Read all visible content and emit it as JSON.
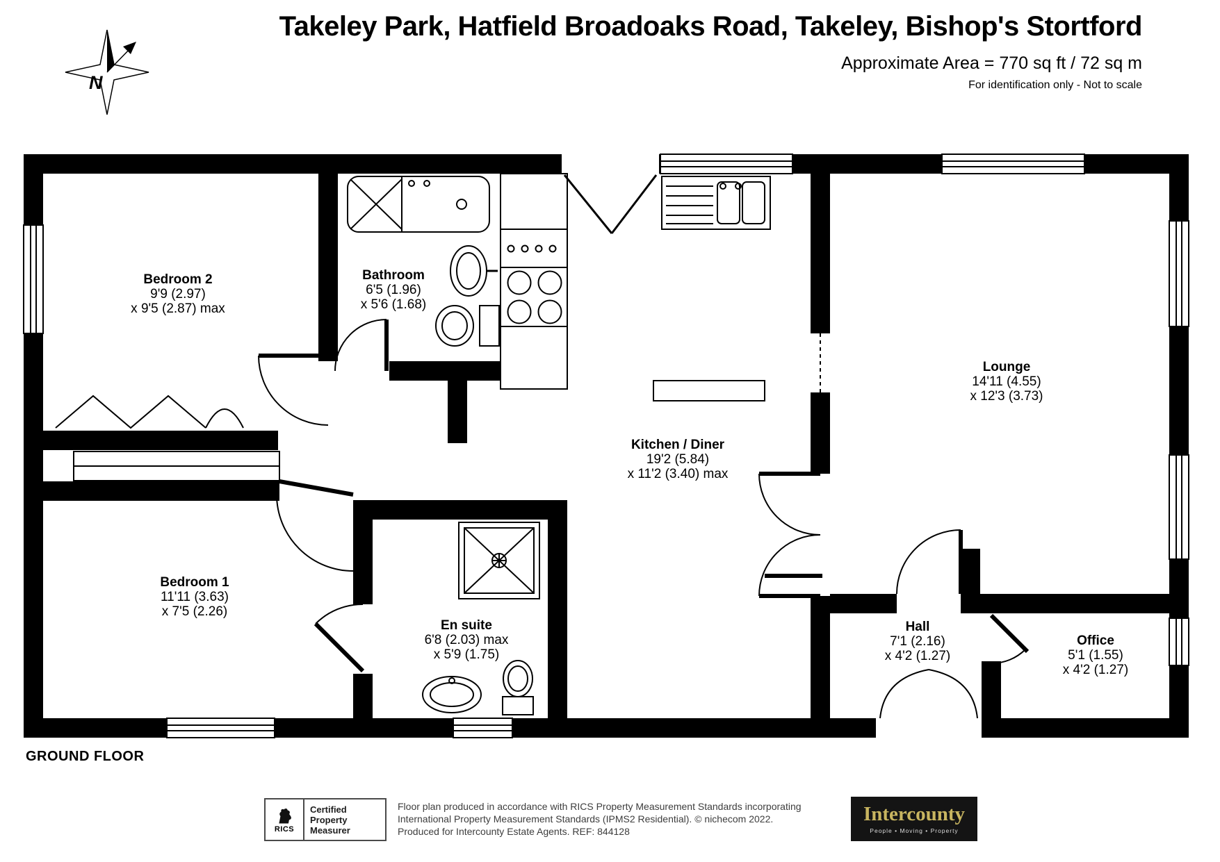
{
  "header": {
    "title": "Takeley Park, Hatfield Broadoaks Road, Takeley, Bishop's Stortford",
    "area_line": "Approximate Area = 770 sq ft / 72 sq m",
    "note_line": "For identification only - Not to scale"
  },
  "compass": {
    "north_label": "N"
  },
  "floor_label": "GROUND FLOOR",
  "rooms": {
    "bedroom2": {
      "name": "Bedroom 2",
      "dim1": "9'9 (2.97)",
      "dim2": "x 9'5 (2.87) max"
    },
    "bathroom": {
      "name": "Bathroom",
      "dim1": "6'5 (1.96)",
      "dim2": "x 5'6 (1.68)"
    },
    "kitchen_diner": {
      "name": "Kitchen / Diner",
      "dim1": "19'2 (5.84)",
      "dim2": "x 11'2 (3.40) max"
    },
    "lounge": {
      "name": "Lounge",
      "dim1": "14'11 (4.55)",
      "dim2": "x 12'3 (3.73)"
    },
    "bedroom1": {
      "name": "Bedroom 1",
      "dim1": "11'11 (3.63)",
      "dim2": "x 7'5 (2.26)"
    },
    "ensuite": {
      "name": "En suite",
      "dim1": "6'8 (2.03) max",
      "dim2": "x 5'9 (1.75)"
    },
    "hall": {
      "name": "Hall",
      "dim1": "7'1 (2.16)",
      "dim2": "x 4'2 (1.27)"
    },
    "office": {
      "name": "Office",
      "dim1": "5'1 (1.55)",
      "dim2": "x 4'2 (1.27)"
    }
  },
  "footer": {
    "rics": {
      "org": "RICS",
      "cert_line1": "Certified",
      "cert_line2": "Property",
      "cert_line3": "Measurer"
    },
    "disclaimer": {
      "line1": "Floor plan produced in accordance with RICS Property Measurement Standards incorporating",
      "line2": "International Property Measurement Standards (IPMS2 Residential).    © nichecom 2022.",
      "line3": "Produced for Intercounty Estate Agents.    REF:  844128"
    },
    "intercounty": {
      "brand": "Intercounty",
      "tagline": "People  •  Moving  •  Property"
    }
  },
  "colors": {
    "wall": "#000000",
    "intercounty_gold": "#c8b560",
    "intercounty_bg": "#141414",
    "disclaimer_text": "#3d3d3d"
  }
}
